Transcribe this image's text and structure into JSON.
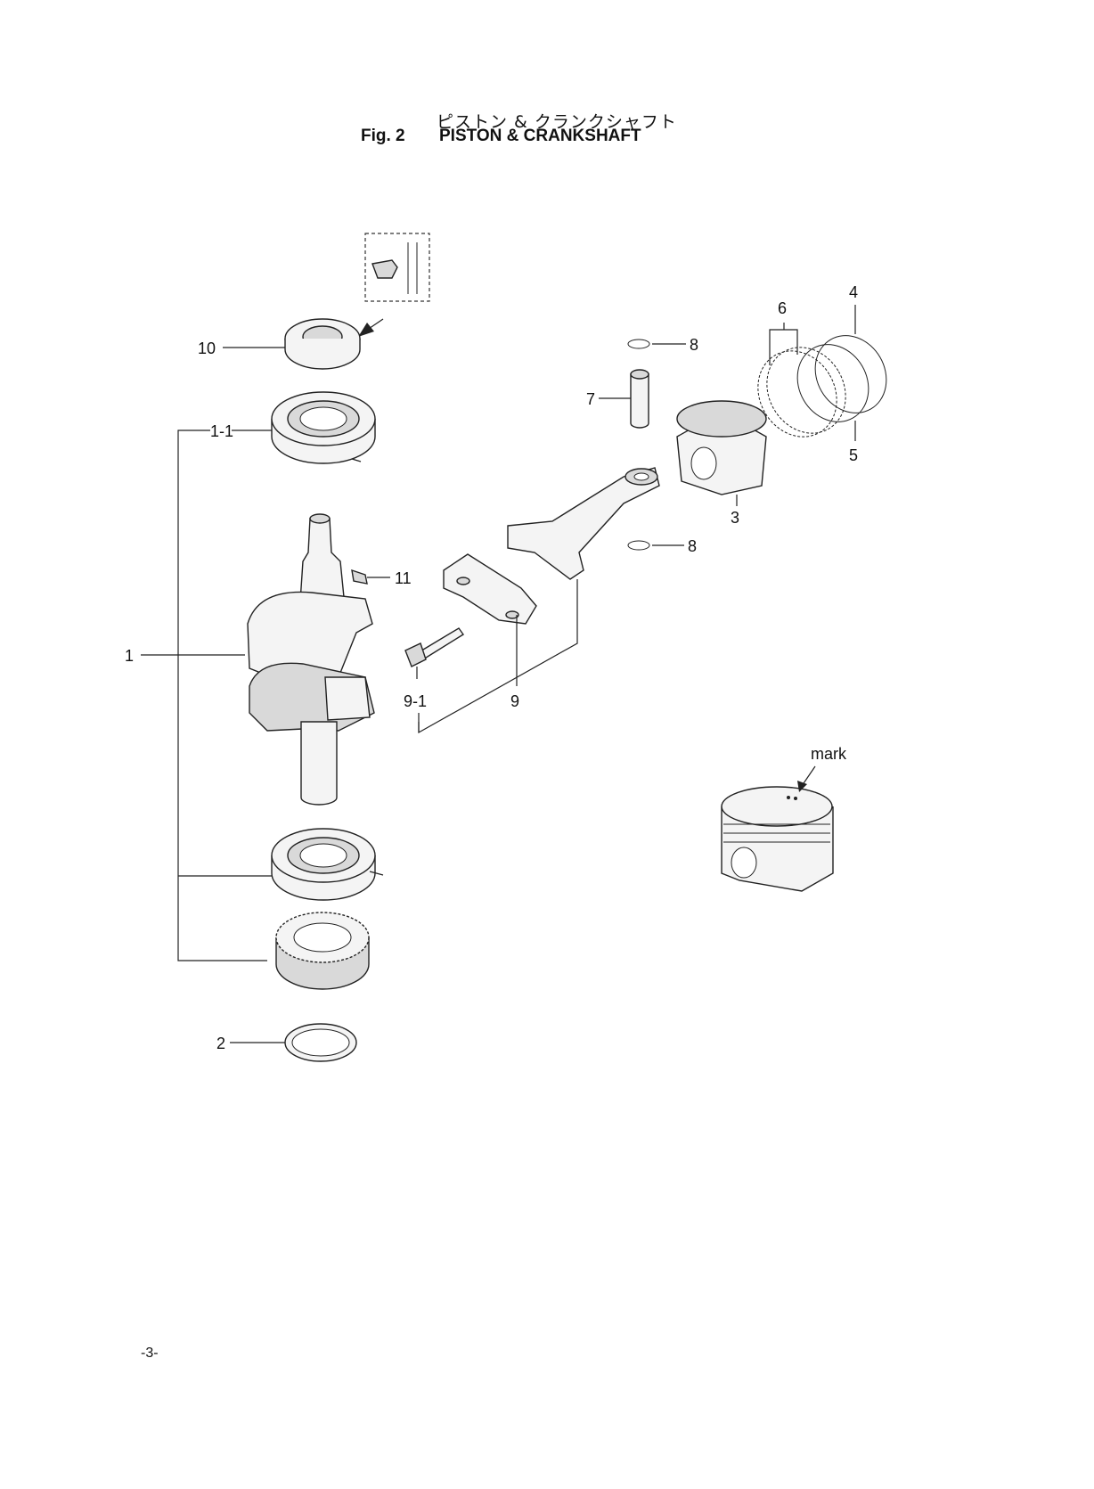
{
  "header": {
    "title_jp": "ピストン & クランクシャフト",
    "fig_label": "Fig. 2",
    "title_en": "PISTON & CRANKSHAFT"
  },
  "callouts": {
    "c1": "1",
    "c1_1": "1-1",
    "c2": "2",
    "c3": "3",
    "c4": "4",
    "c5": "5",
    "c6": "6",
    "c7": "7",
    "c8_top": "8",
    "c8_bottom": "8",
    "c9": "9",
    "c9_1": "9-1",
    "c10": "10",
    "c11": "11",
    "mark": "mark"
  },
  "footer": {
    "page_number": "-3-"
  }
}
